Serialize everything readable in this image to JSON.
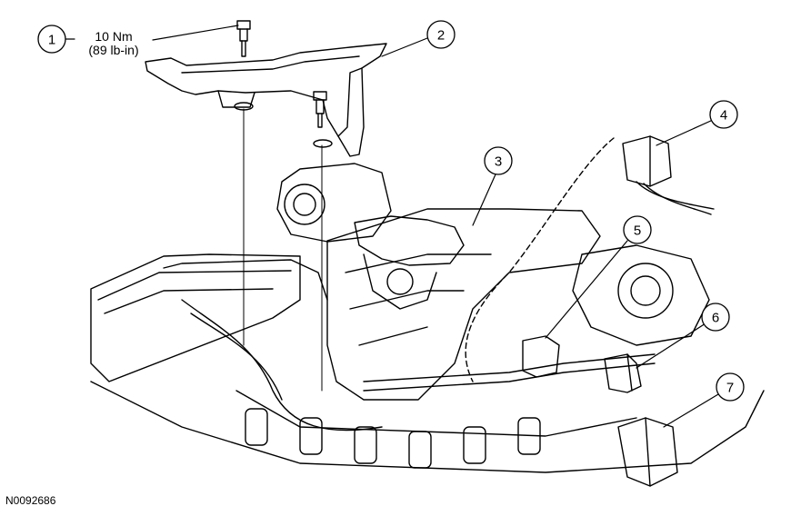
{
  "callouts": [
    {
      "number": "1"
    },
    {
      "number": "2"
    },
    {
      "number": "3"
    },
    {
      "number": "4"
    },
    {
      "number": "5"
    },
    {
      "number": "6"
    },
    {
      "number": "7"
    }
  ],
  "torque_spec": {
    "metric": "10 Nm",
    "imperial": "(89 lb-in)"
  },
  "figure_id": "N0092686"
}
